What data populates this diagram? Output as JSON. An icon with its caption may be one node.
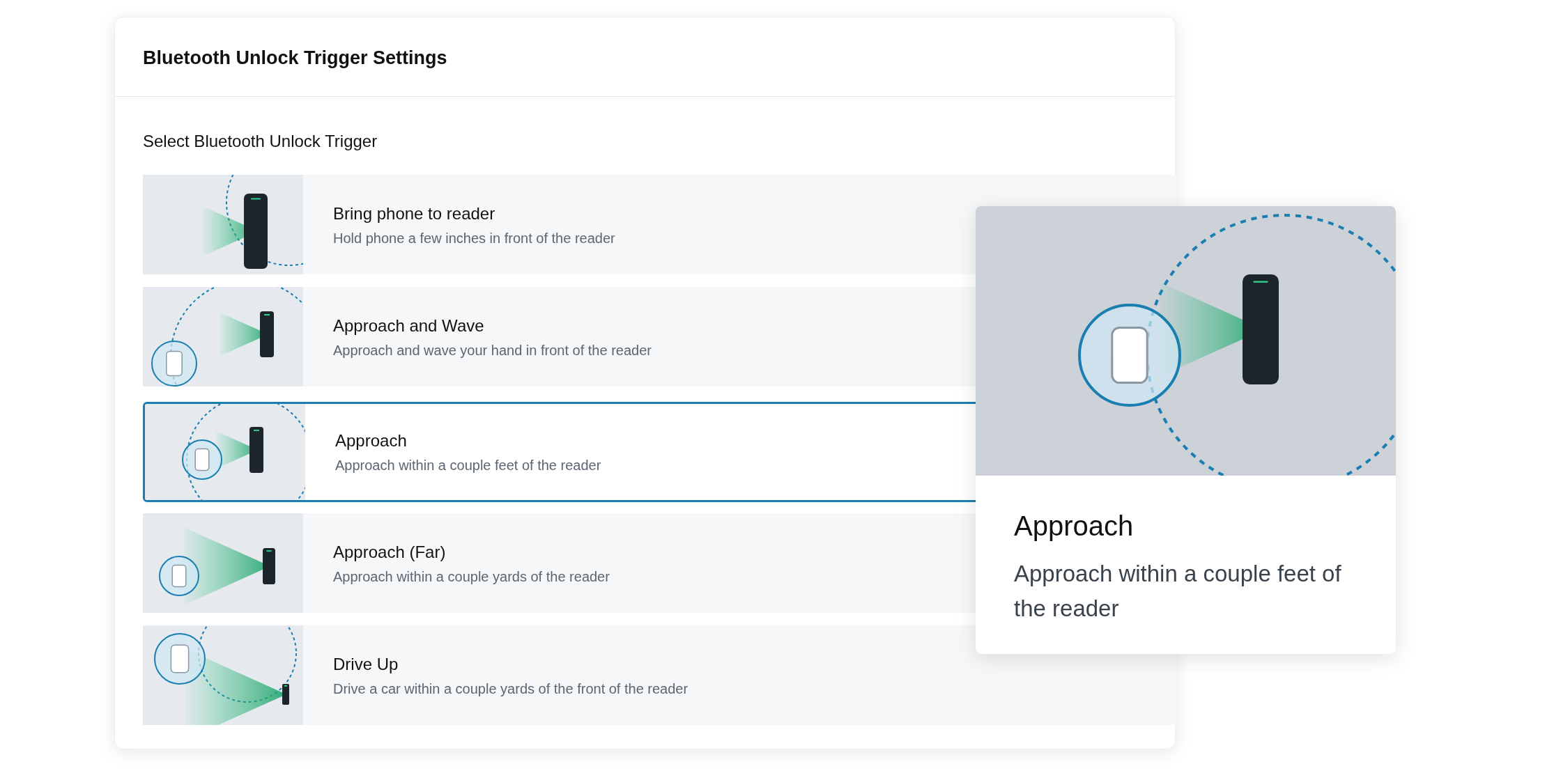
{
  "diagram": {
    "title": "Bluetooth Unlock Trigger Settings",
    "nodes": [
      {
        "text": [
          "Bring phone to reader",
          "Hold phone a few inches in front of the reader"
        ]
      },
      {
        "text": [
          "Approach and Wave",
          "Approach and wave your hand in front of the reader"
        ]
      },
      {
        "text": [
          "Approach",
          "Approach within a couple feet of the reader"
        ]
      },
      {
        "text": [
          "Approach (Far)",
          "Approach within a couple yards of the reader"
        ]
      },
      {
        "text": [
          "Drive Up",
          "Drive a car within a couple yards of the front of the reader"
        ]
      },
      {
        "text": [
          "Approach",
          "Approach within a couple feet of the reader"
        ]
      }
    ],
    "labels": [
      "Select Bluetooth Unlock Trigger"
    ]
  }
}
